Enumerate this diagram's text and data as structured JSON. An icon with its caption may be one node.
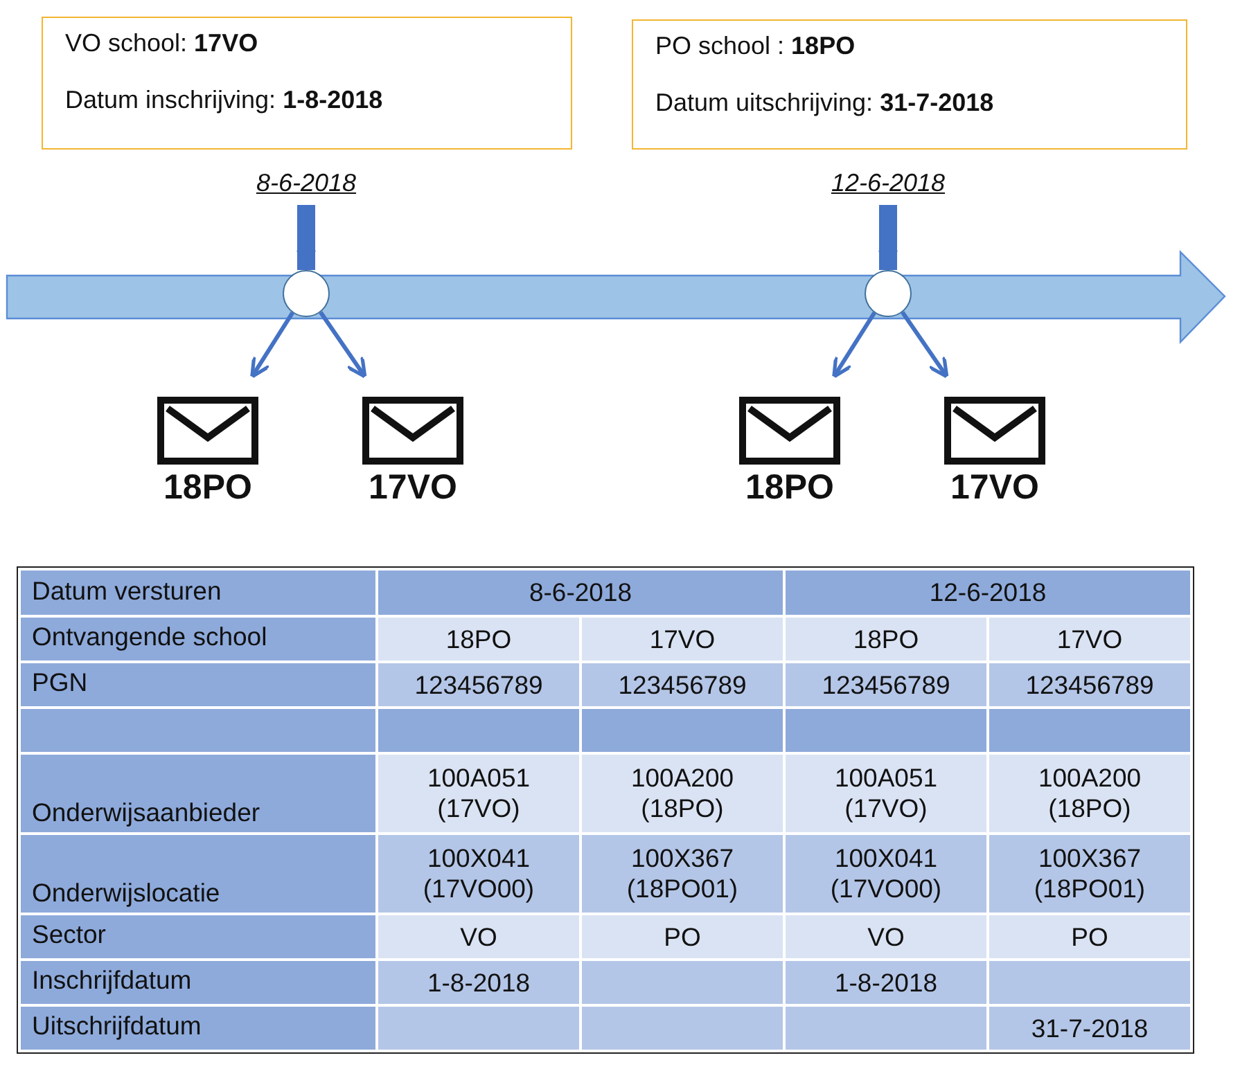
{
  "diagram": {
    "nodes": [
      {
        "text": [
          "VO school: **17VO**",
          "Datum inschrijving: **1-8-2018**"
        ]
      },
      {
        "text": [
          "PO school : **18PO**",
          "Datum uitschrijving: **31-7-2018**"
        ]
      },
      {
        "text": [
          "8-6-2018"
        ]
      },
      {
        "text": [
          "12-6-2018"
        ]
      },
      {
        "text": [],
        "shape": "circle"
      },
      {
        "text": [],
        "shape": "circle"
      },
      {
        "text": [
          "18PO"
        ]
      },
      {
        "text": [
          "17VO"
        ]
      },
      {
        "text": [
          "18PO"
        ]
      },
      {
        "text": [
          "17VO"
        ]
      }
    ],
    "edges": [
      {
        "from": 2,
        "to": 4,
        "arrow": "to",
        "style": "thick"
      },
      {
        "from": 3,
        "to": 5,
        "arrow": "to",
        "style": "thick"
      },
      {
        "from": 4,
        "to": 6,
        "arrow": "to"
      },
      {
        "from": 4,
        "to": 7,
        "arrow": "to"
      },
      {
        "from": 5,
        "to": 8,
        "arrow": "to"
      },
      {
        "from": 5,
        "to": 9,
        "arrow": "to"
      }
    ],
    "labels": [
      "Datum versturen",
      "8-6-2018",
      "12-6-2018",
      "Ontvangende school",
      "18PO",
      "17VO",
      "18PO",
      "17VO",
      "PGN",
      "123456789",
      "123456789",
      "123456789",
      "123456789",
      "Onderwijsaanbieder",
      "100A051 (17VO)",
      "100A200 (18PO)",
      "100A051 (17VO)",
      "100A200 (18PO)",
      "Onderwijslocatie",
      "100X041 (17VO00)",
      "100X367 (18PO01)",
      "100X041 (17VO00)",
      "100X367 (18PO01)",
      "Sector",
      "VO",
      "PO",
      "VO",
      "PO",
      "Inschrijfdatum",
      "1-8-2018",
      "1-8-2018",
      "Uitschrijfdatum",
      "31-7-2018"
    ]
  }
}
